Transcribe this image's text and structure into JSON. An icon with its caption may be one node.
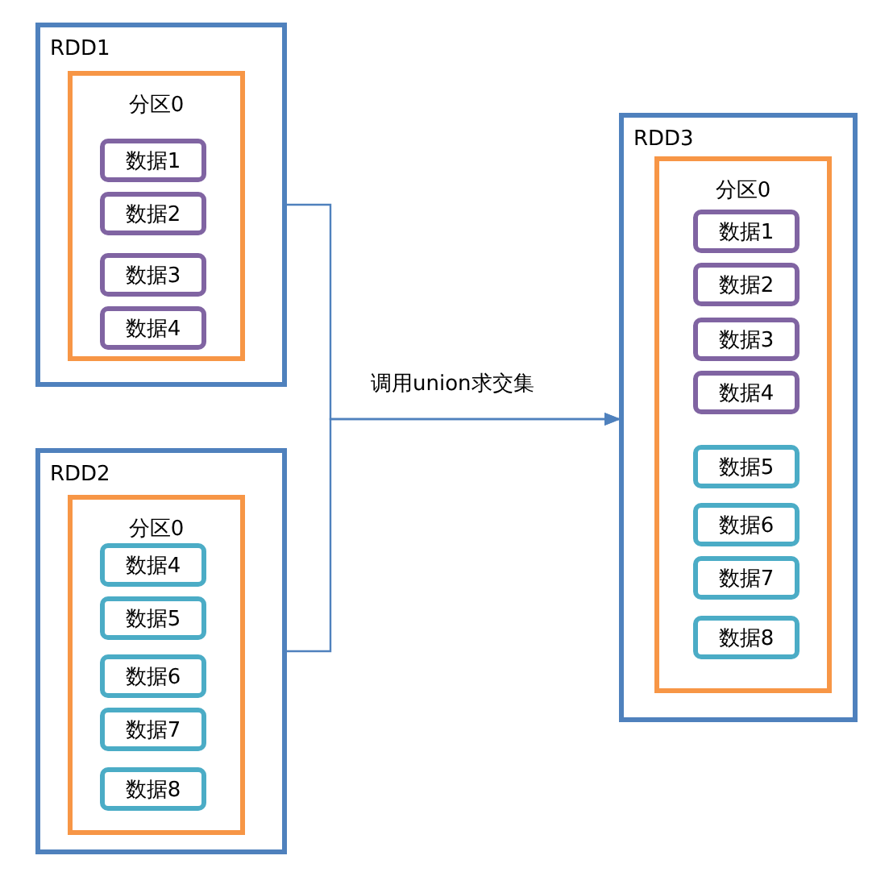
{
  "diagram": {
    "nodes": [
      {
        "text": [
          "RDD1"
        ]
      },
      {
        "text": [
          "分区0"
        ],
        "in": 0
      },
      {
        "text": [
          "数据1"
        ],
        "in": 1
      },
      {
        "text": [
          "数据2"
        ],
        "in": 1
      },
      {
        "text": [
          "数据3"
        ],
        "in": 1
      },
      {
        "text": [
          "数据4"
        ],
        "in": 1
      },
      {
        "text": [
          "RDD2"
        ]
      },
      {
        "text": [
          "分区0"
        ],
        "in": 6
      },
      {
        "text": [
          "数据4"
        ],
        "in": 7
      },
      {
        "text": [
          "数据5"
        ],
        "in": 7
      },
      {
        "text": [
          "数据6"
        ],
        "in": 7
      },
      {
        "text": [
          "数据7"
        ],
        "in": 7
      },
      {
        "text": [
          "数据8"
        ],
        "in": 7
      },
      {
        "text": [
          "RDD3"
        ]
      },
      {
        "text": [
          "分区0"
        ],
        "in": 13
      },
      {
        "text": [
          "数据1"
        ],
        "in": 14
      },
      {
        "text": [
          "数据2"
        ],
        "in": 14
      },
      {
        "text": [
          "数据3"
        ],
        "in": 14
      },
      {
        "text": [
          "数据4"
        ],
        "in": 14
      },
      {
        "text": [
          "数据5"
        ],
        "in": 14
      },
      {
        "text": [
          "数据6"
        ],
        "in": 14
      },
      {
        "text": [
          "数据7"
        ],
        "in": 14
      },
      {
        "text": [
          "数据8"
        ],
        "in": 14
      }
    ],
    "edges": [
      {
        "from": 0,
        "to": 13,
        "arrow": "to",
        "label": "调用union求交集"
      },
      {
        "from": 6,
        "to": 13,
        "arrow": "to"
      }
    ]
  }
}
